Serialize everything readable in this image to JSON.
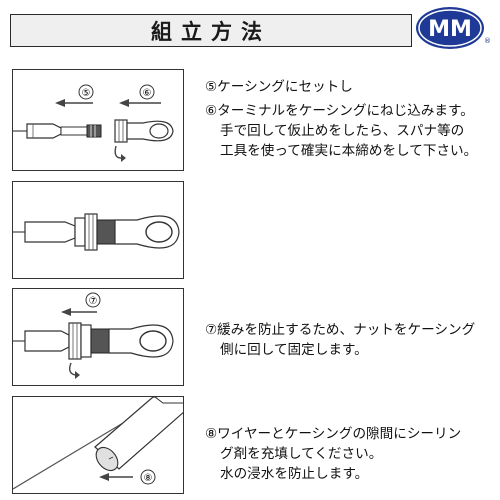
{
  "header": {
    "title": "組立方法",
    "logo_text": "MM",
    "logo_registered": "®",
    "logo_color": "#1e3a96"
  },
  "steps": [
    {
      "id": "step5",
      "lines": [
        "⑤ケーシングにセットし"
      ],
      "diagram_labels": [
        "⑤",
        "⑥"
      ]
    },
    {
      "id": "step6",
      "lines": [
        "⑥ターミナルをケーシングにねじ込みます。",
        "手で回して仮止めをしたら、スパナ等の",
        "工具を使って確実に本締めをして下さい。"
      ]
    },
    {
      "id": "step7",
      "lines": [
        "⑦緩みを防止するため、ナットをケーシング",
        "側に回して固定します。"
      ],
      "diagram_labels": [
        "⑦"
      ]
    },
    {
      "id": "step8",
      "lines": [
        "⑧ワイヤーとケーシングの隙間にシーリン",
        "グ剤を充填してください。",
        "水の浸水を防止します。"
      ],
      "diagram_labels": [
        "⑧"
      ]
    }
  ]
}
